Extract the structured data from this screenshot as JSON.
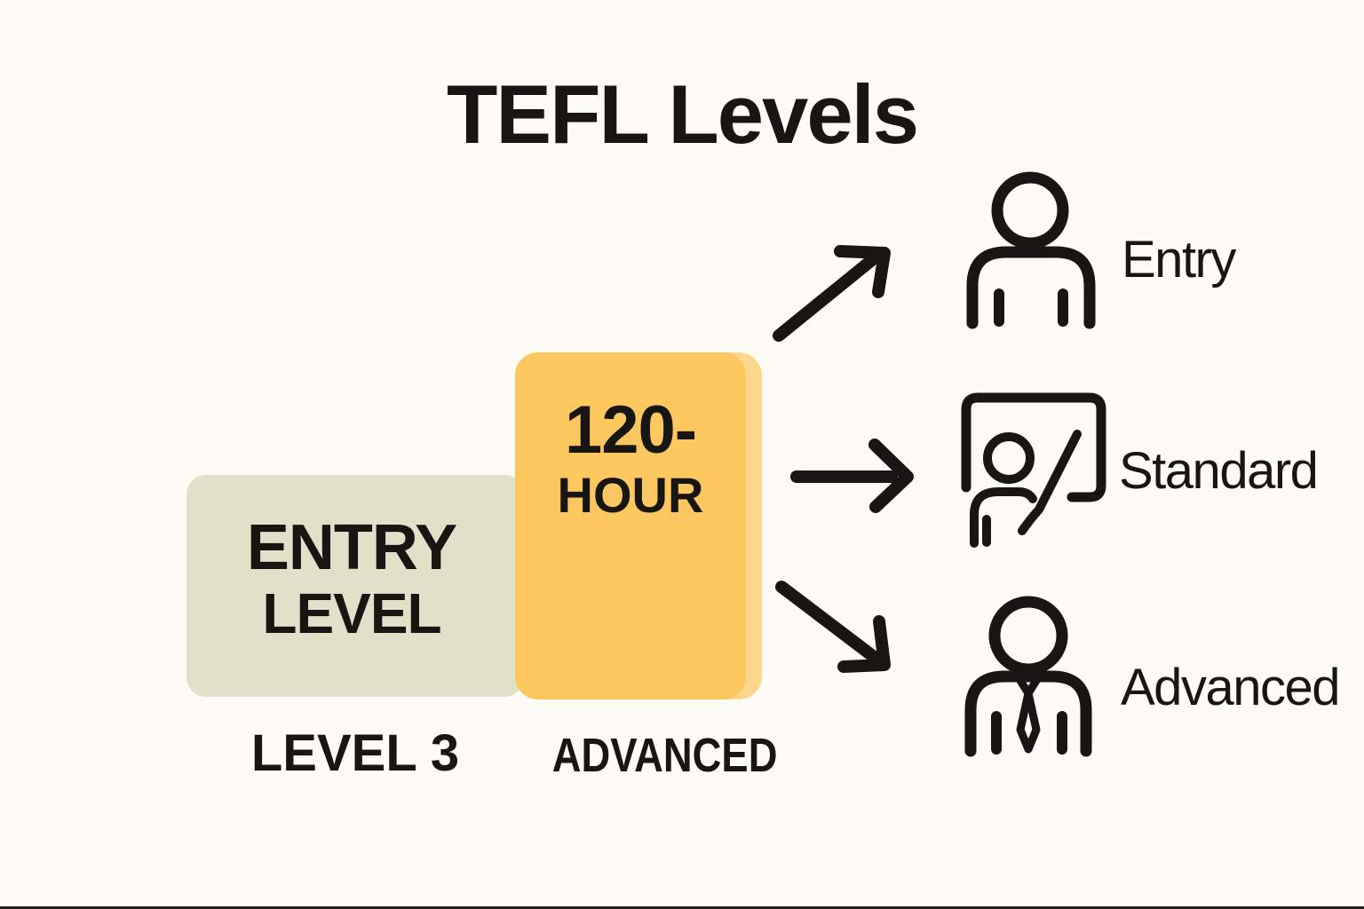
{
  "title": "TEFL Levels",
  "colors": {
    "background": "#FCFBF6",
    "ink": "#171613",
    "entry_block": "#DFE2C9",
    "hour_block": "#FDC75F",
    "hour_block_edge": "#FBD78D"
  },
  "blocks": [
    {
      "name": "entry-level-block",
      "line1": "ENTRY",
      "line2": "LEVEL",
      "caption": "LEVEL 3"
    },
    {
      "name": "120-hour-block",
      "line1": "120-",
      "line2": "HOUR",
      "caption": "ADVANCED"
    }
  ],
  "levels": [
    {
      "label": "Entry",
      "icon": "person-icon"
    },
    {
      "label": "Standard",
      "icon": "teacher-whiteboard-icon"
    },
    {
      "label": "Advanced",
      "icon": "person-tie-icon"
    }
  ],
  "arrows": [
    "arrow-up-right-icon",
    "arrow-right-icon",
    "arrow-down-right-icon"
  ]
}
